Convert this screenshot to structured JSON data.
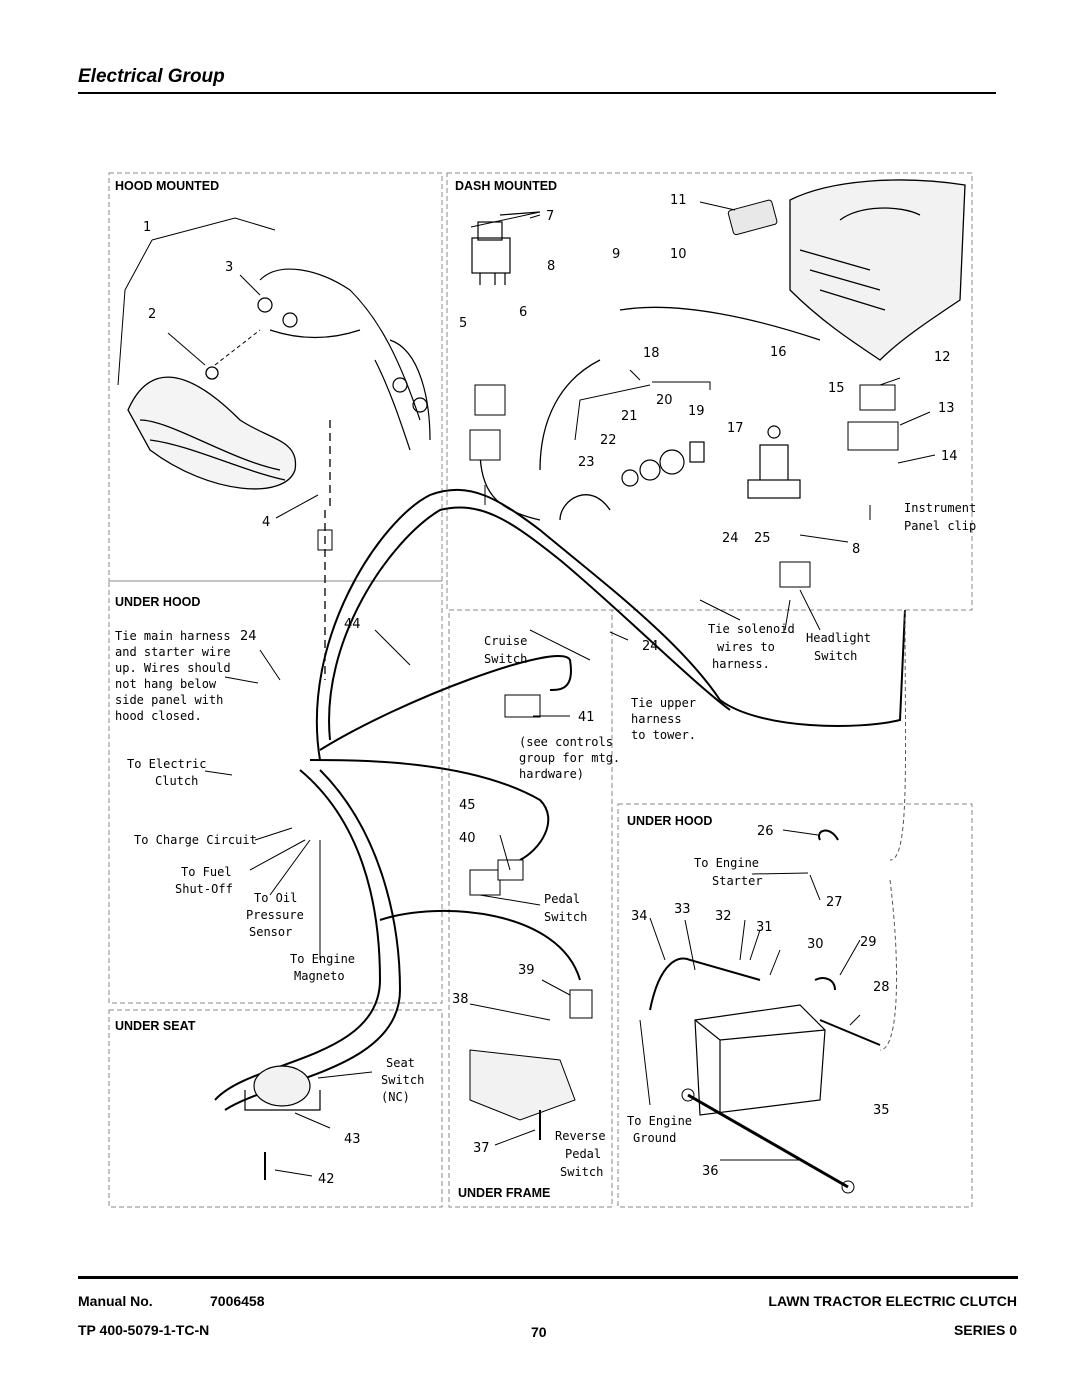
{
  "title": "Electrical Group",
  "sections": {
    "hood_mounted": "HOOD MOUNTED",
    "dash_mounted": "DASH MOUNTED",
    "under_hood_left": "UNDER HOOD",
    "under_hood_right": "UNDER HOOD",
    "under_seat": "UNDER SEAT",
    "under_frame": "UNDER FRAME"
  },
  "callouts": {
    "c1": "1",
    "c2": "2",
    "c3": "3",
    "c4": "4",
    "c5": "5",
    "c6": "6",
    "c7": "7",
    "c8a": "8",
    "c8b": "8",
    "c9": "9",
    "c10": "10",
    "c11": "11",
    "c12": "12",
    "c13": "13",
    "c14": "14",
    "c15": "15",
    "c16": "16",
    "c17": "17",
    "c18": "18",
    "c19": "19",
    "c20": "20",
    "c21": "21",
    "c22": "22",
    "c23": "23",
    "c24a": "24",
    "c24b": "24",
    "c24c": "24",
    "c25": "25",
    "c26": "26",
    "c27": "27",
    "c28": "28",
    "c29": "29",
    "c30": "30",
    "c31": "31",
    "c32": "32",
    "c33": "33",
    "c34": "34",
    "c35": "35",
    "c36": "36",
    "c37": "37",
    "c38": "38",
    "c39": "39",
    "c40": "40",
    "c41": "41",
    "c42": "42",
    "c43": "43",
    "c44": "44",
    "c45": "45"
  },
  "labels": {
    "tie_main": [
      "Tie main harness",
      "and starter wire",
      "up. Wires should",
      "not hang below",
      "side panel with",
      "hood closed."
    ],
    "to_electric_clutch": [
      "To Electric",
      "Clutch"
    ],
    "to_charge_circuit": [
      "To Charge Circuit"
    ],
    "to_fuel": [
      "To Fuel",
      "Shut-Off"
    ],
    "to_oil": [
      "To Oil",
      "Pressure",
      "Sensor"
    ],
    "to_engine_magneto": [
      "To Engine",
      "Magneto"
    ],
    "cruise_switch": [
      "Cruise",
      "Switch"
    ],
    "see_controls": [
      "(see controls",
      "group for mtg.",
      "hardware)"
    ],
    "tie_upper": [
      "Tie upper",
      "harness",
      "to tower."
    ],
    "tie_solenoid": [
      "Tie solenoid",
      "wires to",
      "harness."
    ],
    "headlight_switch": [
      "Headlight",
      "Switch"
    ],
    "instrument_panel": [
      "Instrument",
      "Panel clip"
    ],
    "pedal_switch": [
      "Pedal",
      "Switch"
    ],
    "to_engine_starter": [
      "To Engine",
      "Starter"
    ],
    "seat_switch": [
      "Seat",
      "Switch",
      "(NC)"
    ],
    "reverse_pedal": [
      "Reverse",
      "Pedal",
      "Switch"
    ],
    "to_engine_ground": [
      "To Engine",
      "Ground"
    ]
  },
  "footer": {
    "manual_label": "Manual No.",
    "manual_no": "7006458",
    "tp": "TP 400-5079-1-TC-N",
    "page": "70",
    "product": "LAWN TRACTOR ELECTRIC CLUTCH",
    "series": "SERIES 0"
  }
}
